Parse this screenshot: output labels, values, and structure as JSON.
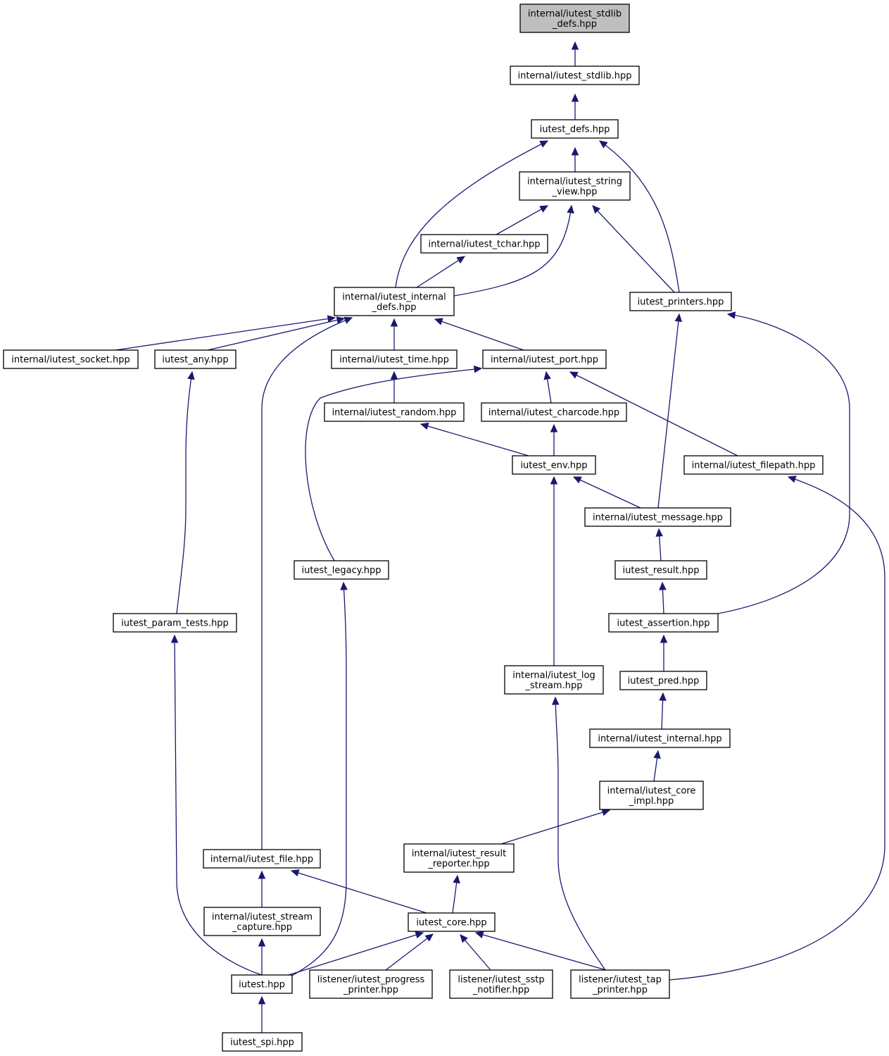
{
  "graph": {
    "nodes": [
      {
        "id": "stdlib_defs",
        "lines": [
          "internal/iutest_stdlib",
          "_defs.hpp"
        ],
        "root": true
      },
      {
        "id": "stdlib",
        "lines": [
          "internal/iutest_stdlib.hpp"
        ]
      },
      {
        "id": "defs",
        "lines": [
          "iutest_defs.hpp"
        ]
      },
      {
        "id": "string_view",
        "lines": [
          "internal/iutest_string",
          "_view.hpp"
        ]
      },
      {
        "id": "tchar",
        "lines": [
          "internal/iutest_tchar.hpp"
        ]
      },
      {
        "id": "internal_defs",
        "lines": [
          "internal/iutest_internal",
          "_defs.hpp"
        ]
      },
      {
        "id": "printers",
        "lines": [
          "iutest_printers.hpp"
        ]
      },
      {
        "id": "socket",
        "lines": [
          "internal/iutest_socket.hpp"
        ]
      },
      {
        "id": "any",
        "lines": [
          "iutest_any.hpp"
        ]
      },
      {
        "id": "time",
        "lines": [
          "internal/iutest_time.hpp"
        ]
      },
      {
        "id": "port",
        "lines": [
          "internal/iutest_port.hpp"
        ]
      },
      {
        "id": "random",
        "lines": [
          "internal/iutest_random.hpp"
        ]
      },
      {
        "id": "charcode",
        "lines": [
          "internal/iutest_charcode.hpp"
        ]
      },
      {
        "id": "env",
        "lines": [
          "iutest_env.hpp"
        ]
      },
      {
        "id": "filepath",
        "lines": [
          "internal/iutest_filepath.hpp"
        ]
      },
      {
        "id": "message",
        "lines": [
          "internal/iutest_message.hpp"
        ]
      },
      {
        "id": "legacy",
        "lines": [
          "iutest_legacy.hpp"
        ]
      },
      {
        "id": "result",
        "lines": [
          "iutest_result.hpp"
        ]
      },
      {
        "id": "param_tests",
        "lines": [
          "iutest_param_tests.hpp"
        ]
      },
      {
        "id": "assertion",
        "lines": [
          "iutest_assertion.hpp"
        ]
      },
      {
        "id": "log_stream",
        "lines": [
          "internal/iutest_log",
          "_stream.hpp"
        ]
      },
      {
        "id": "pred",
        "lines": [
          "iutest_pred.hpp"
        ]
      },
      {
        "id": "internal",
        "lines": [
          "internal/iutest_internal.hpp"
        ]
      },
      {
        "id": "core_impl",
        "lines": [
          "internal/iutest_core",
          "_impl.hpp"
        ]
      },
      {
        "id": "file",
        "lines": [
          "internal/iutest_file.hpp"
        ]
      },
      {
        "id": "result_reporter",
        "lines": [
          "internal/iutest_result",
          "_reporter.hpp"
        ]
      },
      {
        "id": "stream_capture",
        "lines": [
          "internal/iutest_stream",
          "_capture.hpp"
        ]
      },
      {
        "id": "core",
        "lines": [
          "iutest_core.hpp"
        ]
      },
      {
        "id": "iutest",
        "lines": [
          "iutest.hpp"
        ]
      },
      {
        "id": "progress_printer",
        "lines": [
          "listener/iutest_progress",
          "_printer.hpp"
        ]
      },
      {
        "id": "sstp_notifier",
        "lines": [
          "listener/iutest_sstp",
          "_notifier.hpp"
        ]
      },
      {
        "id": "tap_printer",
        "lines": [
          "listener/iutest_tap",
          "_printer.hpp"
        ]
      },
      {
        "id": "spi",
        "lines": [
          "iutest_spi.hpp"
        ]
      }
    ],
    "edges": [
      {
        "from": "stdlib",
        "to": "stdlib_defs"
      },
      {
        "from": "defs",
        "to": "stdlib"
      },
      {
        "from": "string_view",
        "to": "defs"
      },
      {
        "from": "internal_defs",
        "to": "defs"
      },
      {
        "from": "printers",
        "to": "defs"
      },
      {
        "from": "tchar",
        "to": "string_view"
      },
      {
        "from": "internal_defs",
        "to": "string_view"
      },
      {
        "from": "printers",
        "to": "string_view"
      },
      {
        "from": "internal_defs",
        "to": "tchar"
      },
      {
        "from": "socket",
        "to": "internal_defs"
      },
      {
        "from": "any",
        "to": "internal_defs"
      },
      {
        "from": "time",
        "to": "internal_defs"
      },
      {
        "from": "port",
        "to": "internal_defs"
      },
      {
        "from": "file",
        "to": "internal_defs"
      },
      {
        "from": "random",
        "to": "time"
      },
      {
        "from": "charcode",
        "to": "port"
      },
      {
        "from": "filepath",
        "to": "port"
      },
      {
        "from": "legacy",
        "to": "port"
      },
      {
        "from": "env",
        "to": "random"
      },
      {
        "from": "env",
        "to": "charcode"
      },
      {
        "from": "message",
        "to": "env"
      },
      {
        "from": "log_stream",
        "to": "env"
      },
      {
        "from": "message",
        "to": "printers"
      },
      {
        "from": "assertion",
        "to": "printers"
      },
      {
        "from": "result",
        "to": "message"
      },
      {
        "from": "assertion",
        "to": "result"
      },
      {
        "from": "pred",
        "to": "assertion"
      },
      {
        "from": "internal",
        "to": "pred"
      },
      {
        "from": "core_impl",
        "to": "internal"
      },
      {
        "from": "result_reporter",
        "to": "core_impl"
      },
      {
        "from": "core",
        "to": "result_reporter"
      },
      {
        "from": "core",
        "to": "file"
      },
      {
        "from": "stream_capture",
        "to": "file"
      },
      {
        "from": "param_tests",
        "to": "any"
      },
      {
        "from": "iutest",
        "to": "param_tests"
      },
      {
        "from": "iutest",
        "to": "legacy"
      },
      {
        "from": "iutest",
        "to": "stream_capture"
      },
      {
        "from": "iutest",
        "to": "core"
      },
      {
        "from": "progress_printer",
        "to": "core"
      },
      {
        "from": "sstp_notifier",
        "to": "core"
      },
      {
        "from": "tap_printer",
        "to": "core"
      },
      {
        "from": "tap_printer",
        "to": "log_stream"
      },
      {
        "from": "tap_printer",
        "to": "filepath"
      },
      {
        "from": "spi",
        "to": "iutest"
      }
    ]
  }
}
